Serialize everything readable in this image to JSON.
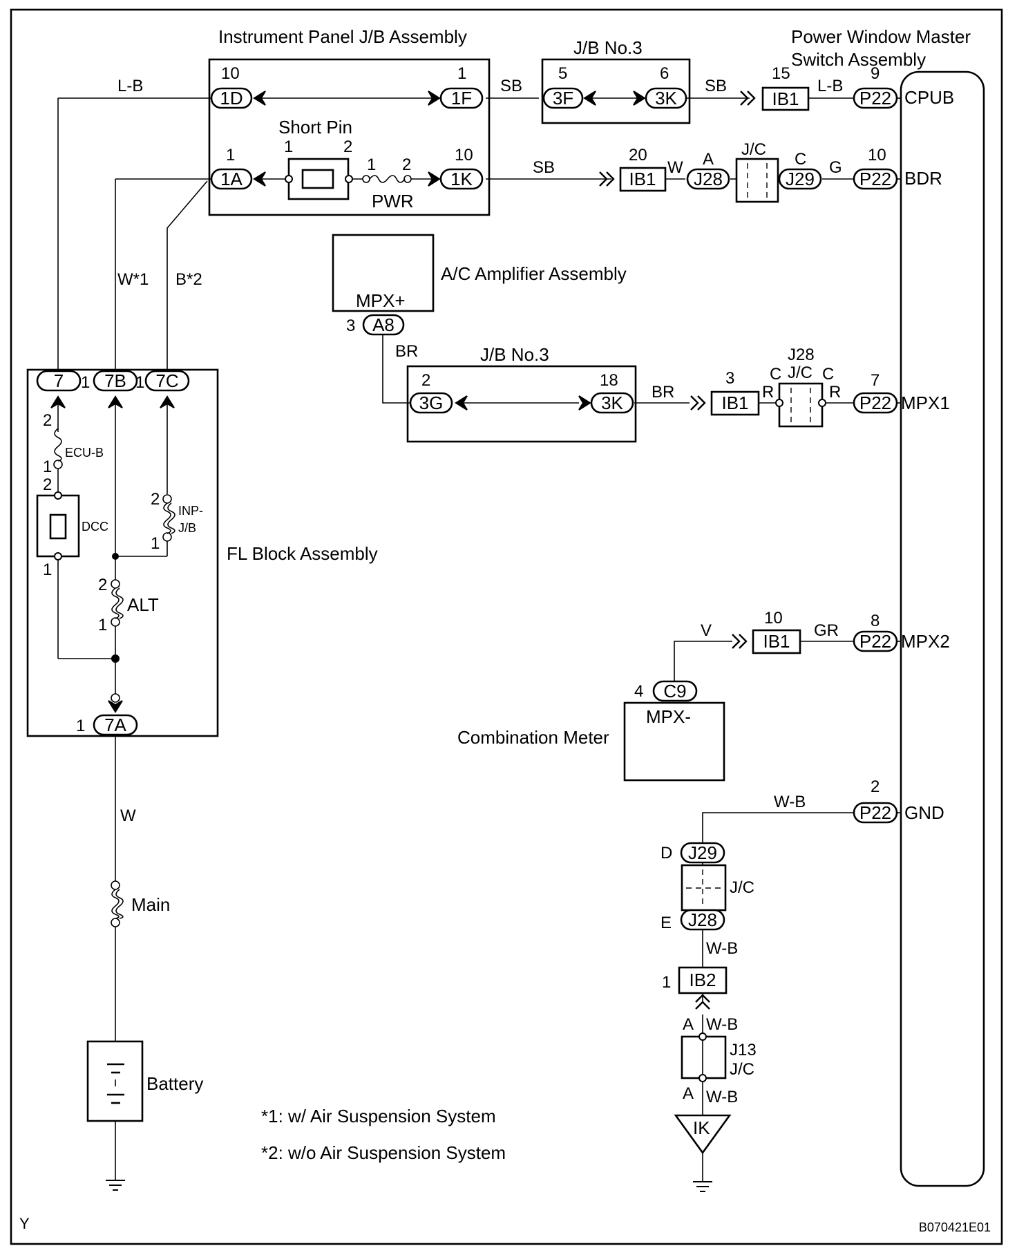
{
  "components": {
    "instrument_panel_jb": "Instrument Panel J/B Assembly",
    "jb_no3_top": "J/B No.3",
    "power_window_line1": "Power Window Master",
    "power_window_line2": "Switch Assembly",
    "short_pin": "Short Pin",
    "pwr": "PWR",
    "ac_amplifier": "A/C Amplifier Assembly",
    "mpx_plus": "MPX+",
    "jb_no3_mid": "J/B No.3",
    "fl_block": "FL Block Assembly",
    "ecu_b": "ECU-B",
    "dcc": "DCC",
    "inp_jb_1": "INP-",
    "inp_jb_2": "J/B",
    "alt": "ALT",
    "main_fuse": "Main",
    "battery": "Battery",
    "combination_meter": "Combination Meter",
    "mpx_minus": "MPX-",
    "jc": "J/C",
    "j13": "J13",
    "ground_ik": "IK"
  },
  "terminals": {
    "cpub": "CPUB",
    "bdr": "BDR",
    "mpx1": "MPX1",
    "mpx2": "MPX2",
    "gnd": "GND"
  },
  "connectors": {
    "c_1d": "1D",
    "c_1f": "1F",
    "c_3f": "3F",
    "c_3k_top": "3K",
    "c_ib1_a": "IB1",
    "c_p22_a": "P22",
    "c_1a": "1A",
    "c_1k": "1K",
    "c_ib1_b": "IB1",
    "c_j28_a": "J28",
    "c_j29_a": "J29",
    "c_p22_b": "P22",
    "c_a8": "A8",
    "c_3g": "3G",
    "c_3k_mid": "3K",
    "c_ib1_c": "IB1",
    "c_p22_c": "P22",
    "c_7": "7",
    "c_7b": "7B",
    "c_7c": "7C",
    "c_7a": "7A",
    "c_ib1_d": "IB1",
    "c_p22_d": "P22",
    "c_c9": "C9",
    "c_p22_e": "P22",
    "c_j29_b": "J29",
    "c_j28_b": "J28",
    "c_ib2": "IB2"
  },
  "pins": {
    "p_1d": "10",
    "p_1f": "1",
    "p_3f": "5",
    "p_3k_top": "6",
    "p_ib1_a": "15",
    "p_p22_cpub": "9",
    "p_1a": "1",
    "p_sp1": "1",
    "p_sp2": "2",
    "p_pwr1": "1",
    "p_pwr2": "2",
    "p_1k": "10",
    "p_ib1_b": "20",
    "p_j28_a": "A",
    "p_j29_a": "C",
    "p_p22_bdr": "10",
    "p_a8": "3",
    "p_3g": "2",
    "p_3k_mid": "18",
    "p_ib1_c": "3",
    "p_j28_c1": "C",
    "p_j28_c2": "C",
    "p_p22_mpx1": "7",
    "p_7": "1",
    "p_7b": "1",
    "p_ecub2": "2",
    "p_ecub1": "1",
    "p_dcc2": "2",
    "p_dcc1": "1",
    "p_inp2": "2",
    "p_inp1": "1",
    "p_alt2": "2",
    "p_alt1": "1",
    "p_7a": "1",
    "p_ib1_d": "10",
    "p_p22_mpx2": "8",
    "p_c9": "4",
    "p_p22_gnd": "2",
    "p_j29_d": "D",
    "p_j28_e": "E",
    "p_ib2": "1",
    "p_j13_a1": "A",
    "p_j13_a2": "A"
  },
  "wires": {
    "lb_left": "L-B",
    "sb_1": "SB",
    "sb_2": "SB",
    "lb_right": "L-B",
    "sb_3": "SB",
    "w_1": "W",
    "g_1": "G",
    "w_star1": "W*1",
    "b_star2": "B*2",
    "br_1": "BR",
    "br_2": "BR",
    "r_1": "R",
    "r_2": "R",
    "v_1": "V",
    "gr_1": "GR",
    "w_main": "W",
    "wb_1": "W-B",
    "wb_2": "W-B",
    "wb_3": "W-B",
    "wb_4": "W-B"
  },
  "jc_labels": {
    "j28_top": "J28",
    "jc_top": "J/C",
    "jc_mid": "J/C",
    "jc_gnd": "J/C",
    "jc_j13": "J/C"
  },
  "notes": {
    "note1": "*1: w/ Air Suspension System",
    "note2": "*2: w/o Air Suspension System"
  },
  "corner_mark": "Y",
  "figure_code": "B070421E01"
}
